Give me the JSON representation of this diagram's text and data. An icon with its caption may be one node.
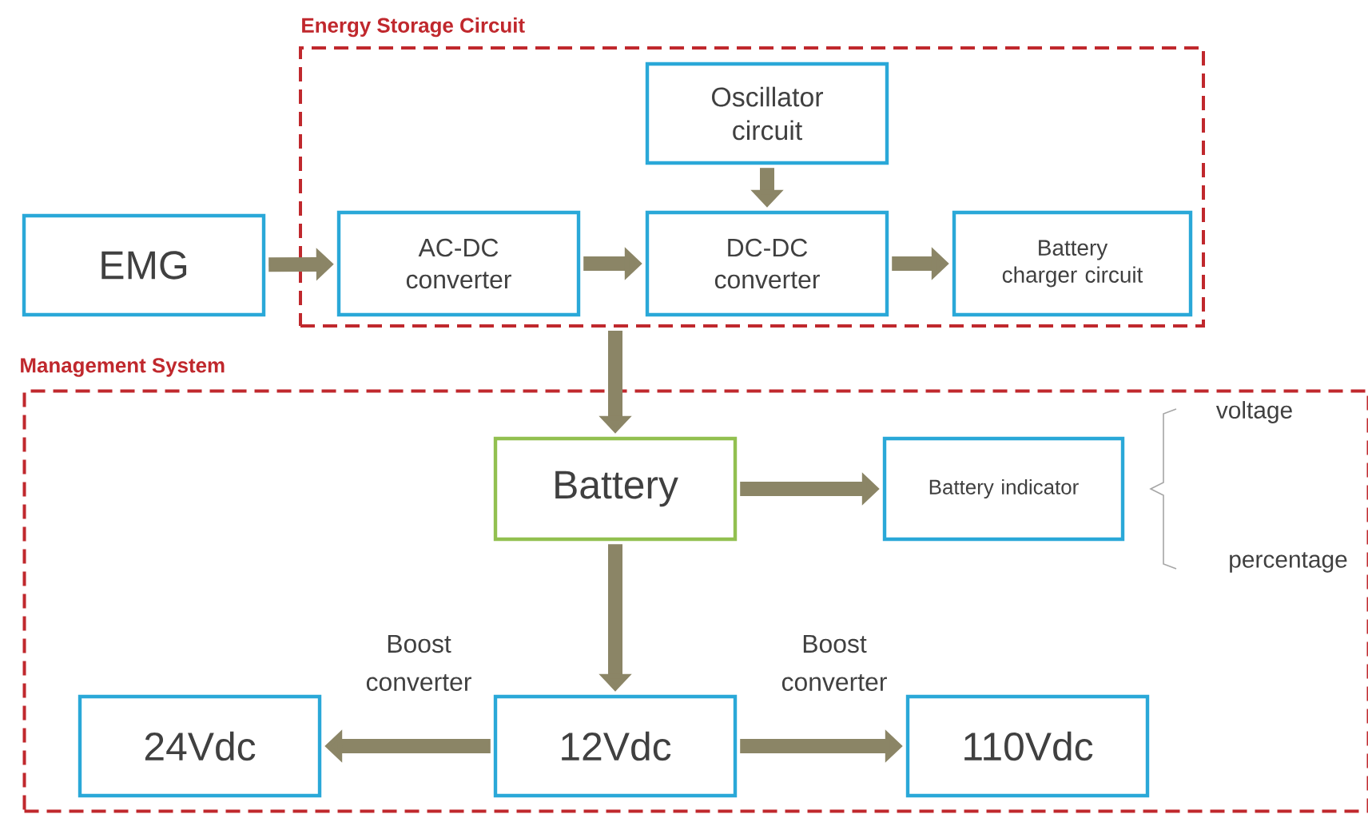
{
  "diagram": {
    "nodes": [
      {
        "text": [
          "Energy Storage Circuit"
        ]
      },
      {
        "text": [
          "Oscillator circuit"
        ],
        "in": 0
      },
      {
        "text": [
          "EMG"
        ]
      },
      {
        "text": [
          "AC-DC converter"
        ],
        "in": 0
      },
      {
        "text": [
          "DC-DC converter"
        ],
        "in": 0
      },
      {
        "text": [
          "Battery charger circuit"
        ],
        "in": 0
      },
      {
        "text": [
          "Management System"
        ]
      },
      {
        "text": [
          "Battery"
        ],
        "in": 6
      },
      {
        "text": [
          "Battery indicator"
        ],
        "in": 6
      },
      {
        "text": [
          "24Vdc"
        ],
        "in": 6
      },
      {
        "text": [
          "12Vdc"
        ],
        "in": 6
      },
      {
        "text": [
          "110Vdc"
        ],
        "in": 6
      }
    ],
    "edges": [
      {
        "from": 2,
        "to": 3,
        "arrow": "to"
      },
      {
        "from": 3,
        "to": 4,
        "arrow": "to"
      },
      {
        "from": 1,
        "to": 4,
        "arrow": "to"
      },
      {
        "from": 4,
        "to": 5,
        "arrow": "to"
      },
      {
        "from": 0,
        "to": 7,
        "arrow": "to"
      },
      {
        "from": 7,
        "to": 8,
        "arrow": "to"
      },
      {
        "from": 7,
        "to": 10,
        "arrow": "to"
      },
      {
        "from": 10,
        "to": 9,
        "arrow": "to",
        "label": "Boost converter"
      },
      {
        "from": 10,
        "to": 11,
        "arrow": "to",
        "label": "Boost converter"
      }
    ],
    "labels": [
      "voltage",
      "percentage"
    ]
  }
}
